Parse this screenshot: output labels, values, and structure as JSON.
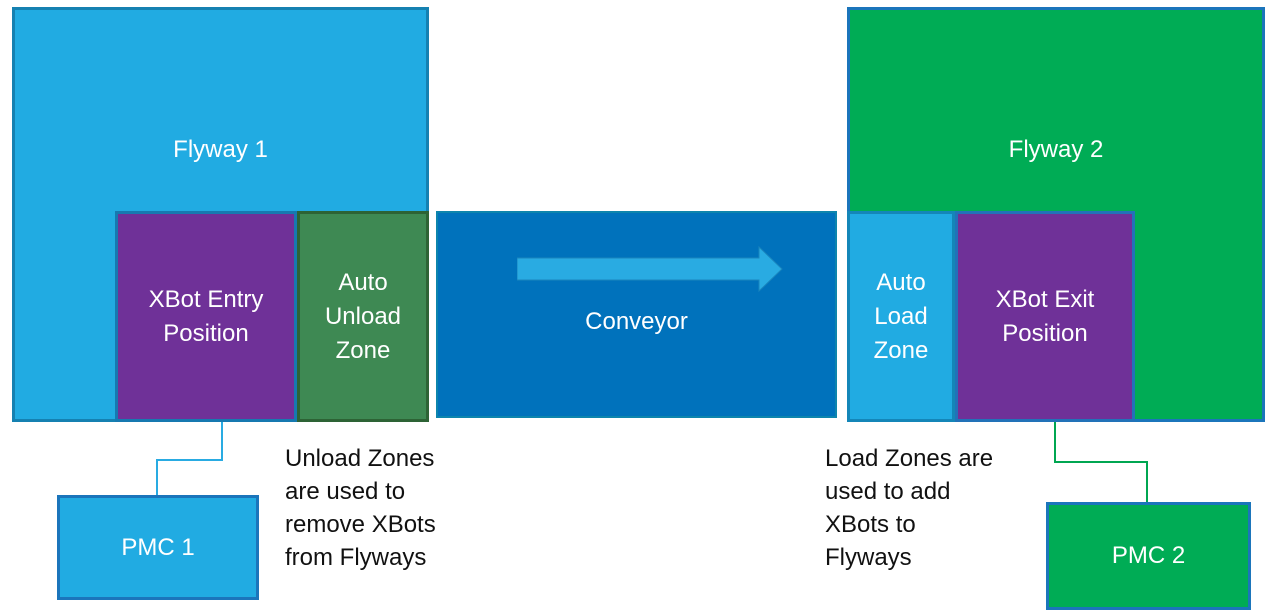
{
  "flyway1": {
    "label": "Flyway 1"
  },
  "flyway2": {
    "label": "Flyway 2"
  },
  "conveyor": {
    "label": "Conveyor",
    "arrow_icon": "right-arrow"
  },
  "zones": {
    "xbot_entry": {
      "label": "XBot Entry\nPosition"
    },
    "auto_unload": {
      "label": "Auto\nUnload\nZone"
    },
    "auto_load": {
      "label": "Auto\nLoad\nZone"
    },
    "xbot_exit": {
      "label": "XBot Exit\nPosition"
    }
  },
  "pmc1": {
    "label": "PMC 1"
  },
  "pmc2": {
    "label": "PMC 2"
  },
  "annotations": {
    "unload": "Unload Zones\nare used to\nremove XBots\nfrom Flyways",
    "load": "Load Zones are\nused to add\nXBots to\nFlyways"
  },
  "colors": {
    "light_blue": "#21ABE2",
    "green": "#00AC55",
    "conveyor_blue": "#0072BC",
    "purple": "#6F3198",
    "unload_zone_green": "#3E8953",
    "unload_zone_border": "#2D6335",
    "box_border_blue": "#1B75BB",
    "flyway1_border": "#1581B1",
    "arrow_light_blue": "#29ABE2",
    "connector_blue": "#29ABE2",
    "connector_green": "#00A651",
    "annotation_text": "#111111",
    "label_text": "#FFFFFF"
  }
}
